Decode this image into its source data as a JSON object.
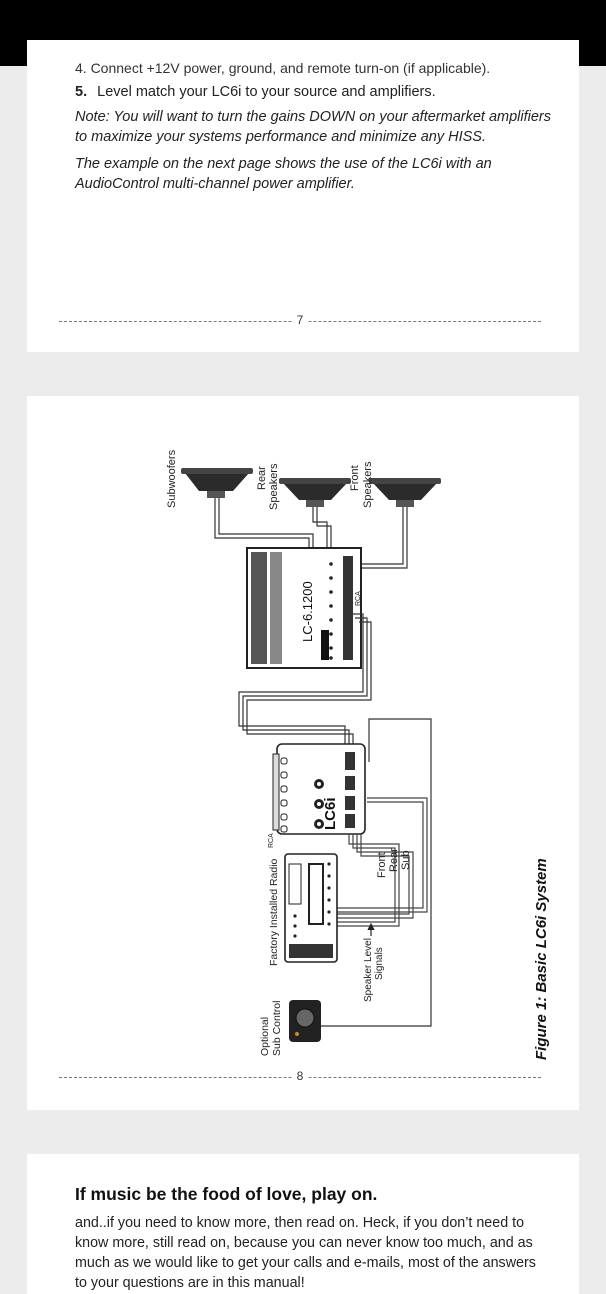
{
  "page1": {
    "step4": "4. Connect +12V power, ground, and remote turn-on (if applicable).",
    "step5_num": "5.",
    "step5_text": "Level match your LC6i to your source and amplifiers.",
    "note1": "Note: You will want to turn the gains DOWN on your aftermarket amplifiers to maximize your systems performance and minimize any HISS.",
    "note2": "The example on the next page shows the use of the LC6i with an AudioControl multi-channel power amplifier.",
    "page_number": "7"
  },
  "page2": {
    "labels": {
      "subwoofers": "Subwoofers",
      "rear_speakers_1": "Rear",
      "rear_speakers_2": "Speakers",
      "front_speakers_1": "Front",
      "front_speakers_2": "Speakers",
      "amp_model": "LC-6.1200",
      "amp_rca": "RCA",
      "lc6i_rca": "RCA",
      "lc6i_logo": "LC6i",
      "factory_radio": "Factory Installed Radio",
      "front": "Front",
      "rear": "Rear",
      "sub": "Sub",
      "speaker_level_1": "Speaker Level",
      "speaker_level_2": "Signals",
      "optional_1": "Optional",
      "optional_2": "Sub Control"
    },
    "figure_caption": "Figure 1: Basic LC6i System",
    "page_number": "8"
  },
  "page3": {
    "heading": "If music be the food of love, play on.",
    "body": "and..if you need to know more, then read on. Heck, if you don’t need to know more, still read on, because you can never know too much, and as much as we would like to get your calls and e-mails, most of the answers to your questions are in this manual!"
  }
}
